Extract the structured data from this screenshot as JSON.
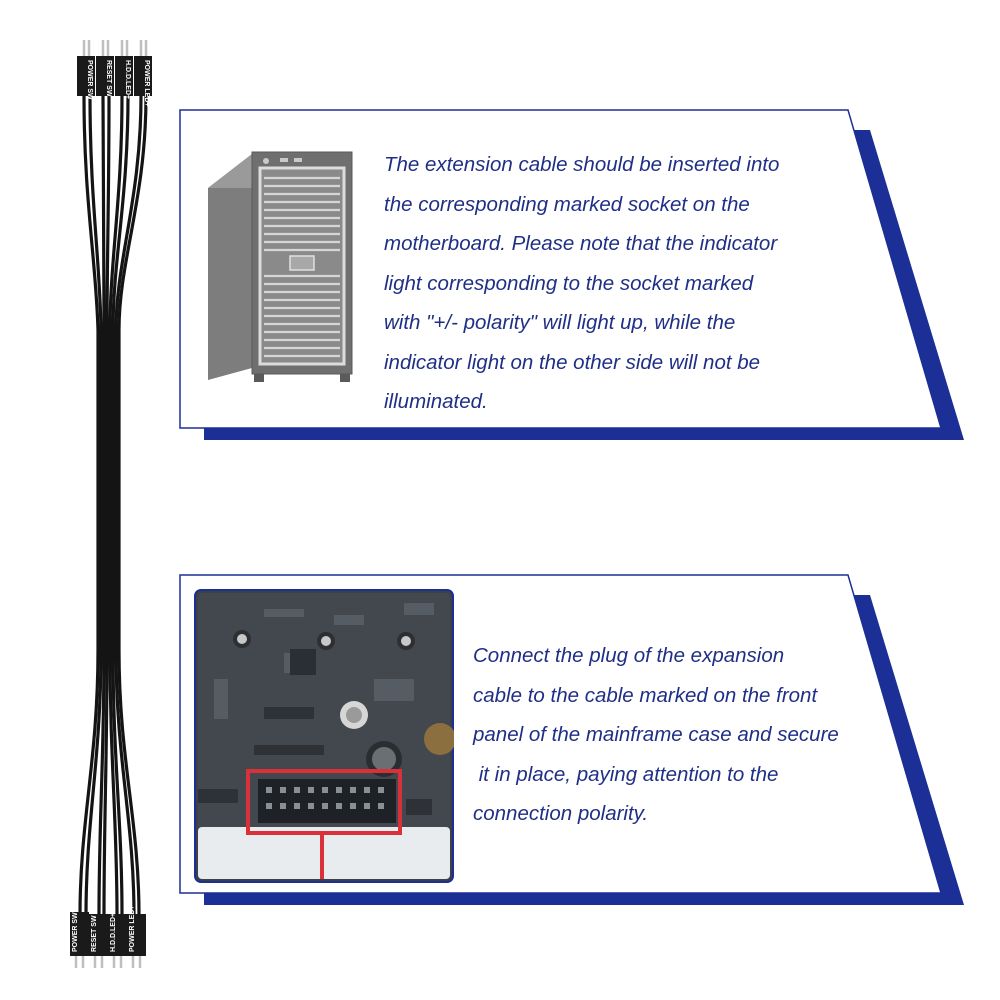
{
  "cable": {
    "top_connectors": [
      "POWER SW",
      "RESET SW",
      "H.D.D.LED+",
      "POWER LED+"
    ],
    "bottom_connectors": [
      "POWER SW",
      "RESET SW",
      "H.D.D.LED+",
      "POWER LED+"
    ]
  },
  "panel_top": {
    "image_icon": "pc-tower-case",
    "lines": [
      "The extension cable should be inserted into",
      "the corresponding marked socket on the",
      "motherboard. Please note that the indicator",
      "light corresponding to the socket marked",
      "with \"+/- polarity\" will light up, while the",
      "indicator light on the other side will not be",
      "illuminated."
    ]
  },
  "panel_bottom": {
    "image_icon": "motherboard-header-closeup",
    "lines": [
      "Connect the plug of the expansion",
      "cable to the cable marked on the front",
      "panel of the mainframe case and secure",
      " it in place, paying attention to the",
      "connection polarity."
    ]
  },
  "colors": {
    "accent_blue": "#1b2f96",
    "text_blue": "#1f2f86",
    "highlight_red": "#d9303a"
  }
}
